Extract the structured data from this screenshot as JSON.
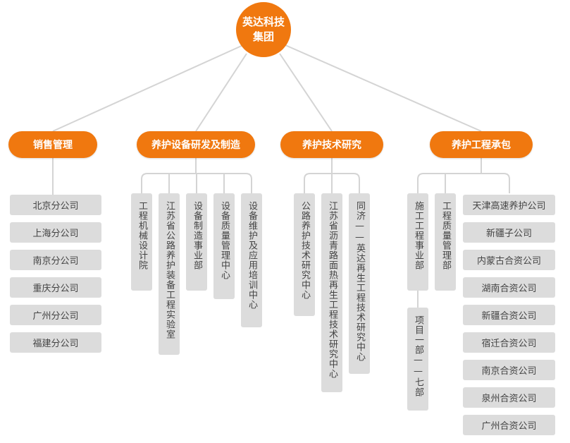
{
  "root": {
    "line1": "英达科技",
    "line2": "集团"
  },
  "categories": [
    {
      "label": "销售管理"
    },
    {
      "label": "养护设备研发及制造"
    },
    {
      "label": "养护技术研究"
    },
    {
      "label": "养护工程承包"
    }
  ],
  "sales_branches": [
    "北京分公司",
    "上海分公司",
    "南京分公司",
    "重庆分公司",
    "广州分公司",
    "福建分公司"
  ],
  "equipment_units": [
    "工程机械设计院",
    "江苏省公路养护装备工程实验室",
    "设备制造事业部",
    "设备质量管理中心",
    "设备维护及应用培训中心"
  ],
  "research_units": [
    "公路养护技术研究中心",
    "江苏省沥青路面热再生工程技术研究中心",
    "同济——英达再生工程技术研究中心"
  ],
  "engineering_units": {
    "construction_dept": "施工工程事业部",
    "quality_dept": "工程质量管理部",
    "projects": "项目一部——七部",
    "companies": [
      "天津高速养护公司",
      "新疆子公司",
      "内蒙古合资公司",
      "湖南合资公司",
      "新疆合资公司",
      "宿迁合资公司",
      "南京合资公司",
      "泉州合资公司",
      "广州合资公司"
    ]
  },
  "colors": {
    "accent": "#f0780f",
    "box": "#dcdcdc",
    "line": "#d4d4d4"
  }
}
